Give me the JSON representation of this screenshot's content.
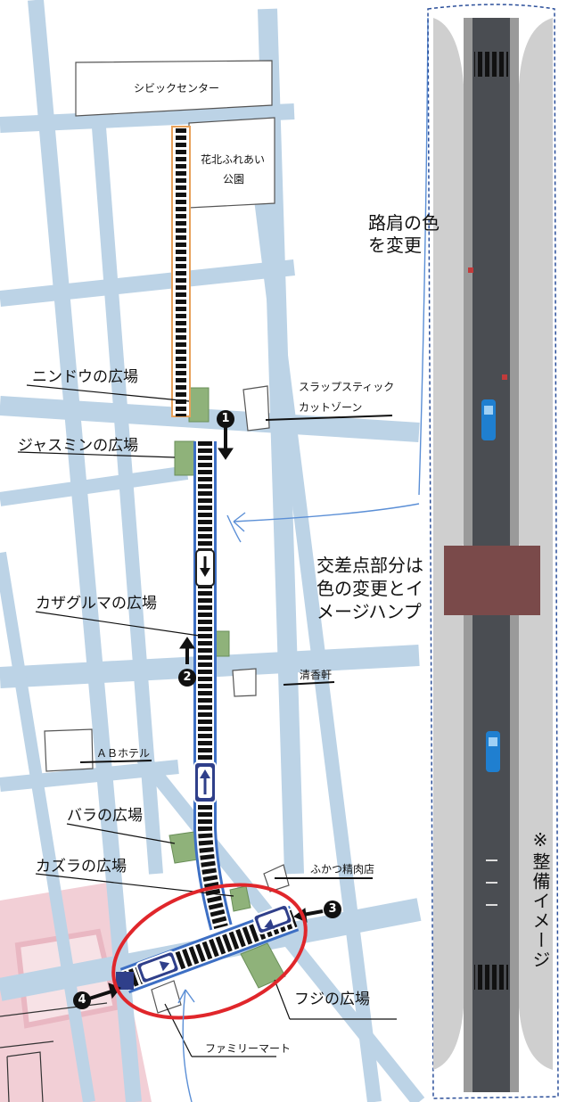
{
  "map": {
    "labels": {
      "civic_center": "シビックセンター",
      "hanakita_park_line1": "花北ふれあい",
      "hanakita_park_line2": "公園",
      "nindou_plaza": "ニンドウの広場",
      "jasmine_plaza": "ジャスミンの広場",
      "kazaguruma_plaza": "カザグルマの広場",
      "bara_plaza": "バラの広場",
      "kazura_plaza": "カズラの広場",
      "fuji_plaza": "フジの広場",
      "slapstick_line1": "スラップスティック",
      "slapstick_line2": "カットゾーン",
      "seikouken": "清香軒",
      "ab_hotel": "ＡＢホテル",
      "fukatsu_butcher": "ふかつ精肉店",
      "familymart": "ファミリーマート"
    },
    "markers": [
      "1",
      "2",
      "3",
      "4"
    ],
    "colors": {
      "road": "#bcd3e6",
      "plaza": "#8fb27a",
      "route_highlight": "#3d6fc4",
      "crossing_stripe": "#111111",
      "sign_blue": "#2f3f8a",
      "loop": "#e0262b",
      "pink_area": "#f2cfd6",
      "orange_edge": "#e8a15a"
    }
  },
  "annotations": {
    "shoulder_color_line1": "路肩の色",
    "shoulder_color_line2": "を変更",
    "intersection_line1": "交差点部分は",
    "intersection_line2": "色の変更とイ",
    "intersection_line3": "メージハンプ",
    "image_note": "※整備イメージ"
  },
  "rendering": {
    "road_colors": {
      "asphalt": "#4a4d52",
      "curb": "#9a9a9a",
      "colored_band": "#7a4a4a",
      "car": "#1f7fd0"
    }
  }
}
